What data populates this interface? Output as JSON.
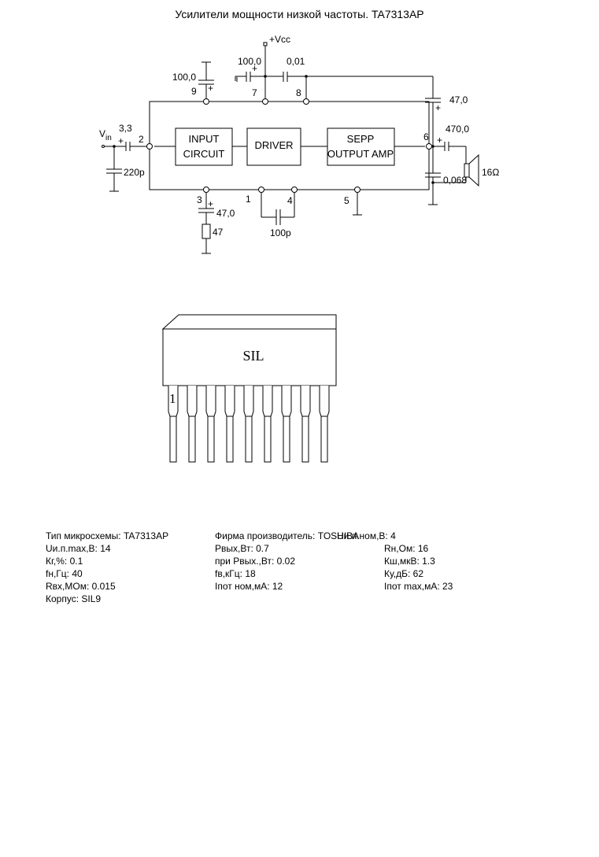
{
  "title": "Усилители мощности низкой частоты. TA7313AP",
  "schematic": {
    "supply_label": "+Vcc",
    "input_label": "V",
    "input_sub": "in",
    "blocks": [
      {
        "line1": "INPUT",
        "line2": "CIRCUIT"
      },
      {
        "line1": "DRIVER",
        "line2": ""
      },
      {
        "line1": "SEPP",
        "line2": "OUTPUT  AMP"
      }
    ],
    "pins": {
      "p1": "1",
      "p2": "2",
      "p3": "3",
      "p4": "4",
      "p5": "5",
      "p6": "6",
      "p7": "7",
      "p8": "8",
      "p9": "9"
    },
    "components": {
      "c_pin9": "100,0",
      "c_pin7": "100,0",
      "c_pin8": "0,01",
      "c_in": "3,3",
      "c_in_shunt": "220p",
      "c_bootstrap": "47,0",
      "c_out": "470,0",
      "c_zobel": "0,068",
      "speaker": "16Ω",
      "c_pin3": "47,0",
      "r_pin3": "47",
      "c_pin1_4": "100p"
    },
    "plus": "+"
  },
  "package": {
    "label": "SIL",
    "pin1": "1"
  },
  "specs": {
    "rows": [
      [
        "Тип микросхемы: TA7313AP",
        "Фирма производитель: TOSHIBA",
        "Uи.п.ном,В: 4"
      ],
      [
        "Uи.п.max,В: 14",
        "Рвых,Вт: 0.7",
        "Rн,Ом: 16"
      ],
      [
        "Кг,%: 0.1",
        "при Рвых.,Вт: 0.02",
        "Кш,мкВ: 1.3"
      ],
      [
        "fн,Гц: 40",
        "fв,кГц: 18",
        "Ку,дБ: 62"
      ],
      [
        "Rвх,МОм: 0.015",
        "Iпот ном,мА: 12",
        "Iпот max,мА: 23"
      ],
      [
        "Корпус: SIL9",
        "",
        ""
      ]
    ]
  }
}
